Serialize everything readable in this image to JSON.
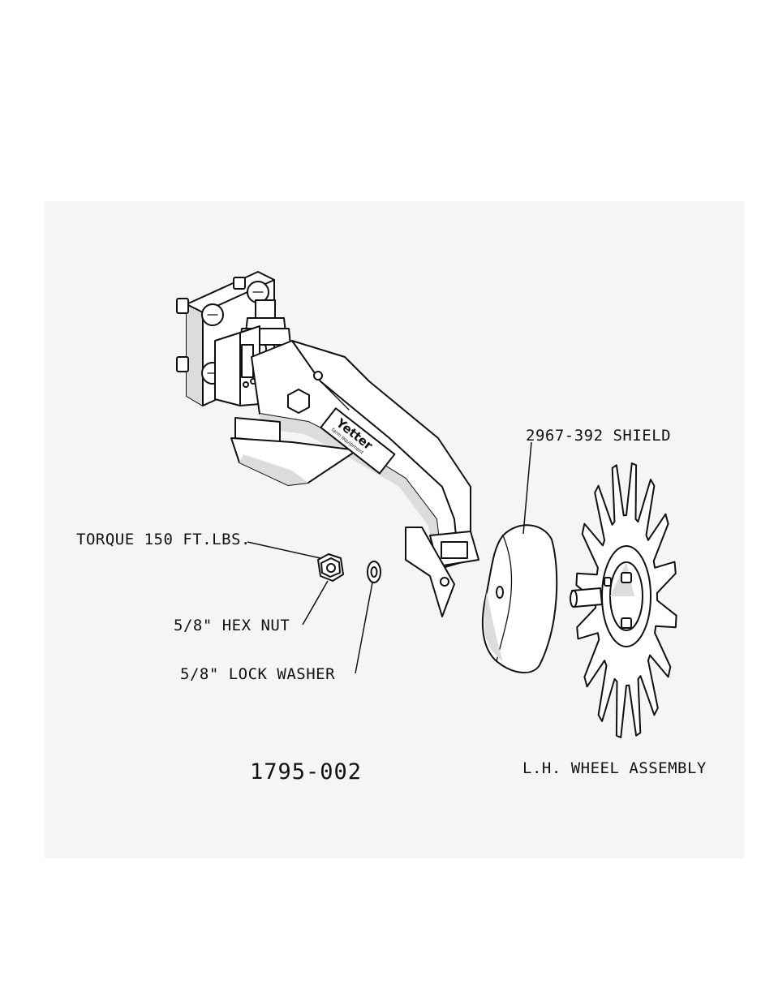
{
  "labels": {
    "shield": "2967-392 SHIELD",
    "torque": "TORQUE 150 FT.LBS.",
    "hex_nut": "5/8\" HEX NUT",
    "lock_washer": "5/8\" LOCK WASHER",
    "wheel_assembly": "L.H. WHEEL ASSEMBLY",
    "part_number": "1795-002"
  },
  "brand": {
    "name": "Yetter",
    "tagline": "farm equipment"
  },
  "colors": {
    "background_panel": "#f5f5f5",
    "line": "#111111",
    "shading": "#dcdcdc"
  }
}
